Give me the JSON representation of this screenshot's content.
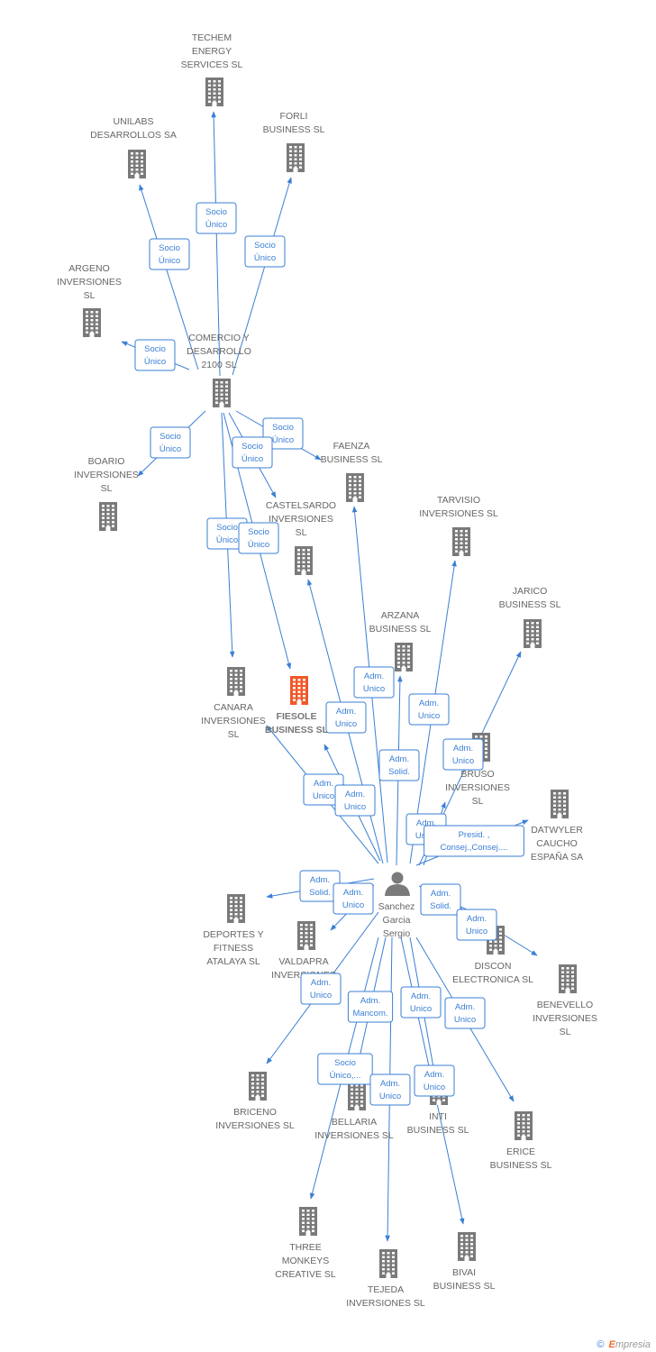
{
  "colors": {
    "building": "#7a7a7a",
    "focus": "#f0592a",
    "person": "#7a7a7a",
    "edge": "#3a7fd5"
  },
  "nodes": [
    {
      "id": "techem",
      "type": "company",
      "lines": [
        "TECHEM",
        "ENERGY",
        "SERVICES  SL"
      ]
    },
    {
      "id": "unilabs",
      "type": "company",
      "lines": [
        "UNILABS",
        "DESARROLLOS SA"
      ]
    },
    {
      "id": "forli",
      "type": "company",
      "lines": [
        "FORLI",
        "BUSINESS  SL"
      ]
    },
    {
      "id": "argeno",
      "type": "company",
      "lines": [
        "ARGENO",
        "INVERSIONES",
        "SL"
      ]
    },
    {
      "id": "comercio",
      "type": "company",
      "lines": [
        "COMERCIO Y",
        "DESARROLLO",
        "2100  SL"
      ]
    },
    {
      "id": "boario",
      "type": "company",
      "lines": [
        "BOARIO",
        "INVERSIONES",
        "SL"
      ]
    },
    {
      "id": "faenza",
      "type": "company",
      "lines": [
        "FAENZA",
        "BUSINESS  SL"
      ]
    },
    {
      "id": "castelsardo",
      "type": "company",
      "lines": [
        "CASTELSARDO",
        "INVERSIONES",
        "SL"
      ]
    },
    {
      "id": "tarvisio",
      "type": "company",
      "lines": [
        "TARVISIO",
        "INVERSIONES SL"
      ]
    },
    {
      "id": "jarico",
      "type": "company",
      "lines": [
        "JARICO",
        "BUSINESS SL"
      ]
    },
    {
      "id": "arzana",
      "type": "company",
      "lines": [
        "ARZANA",
        "BUSINESS SL"
      ]
    },
    {
      "id": "canara",
      "type": "company",
      "lines": [
        "CANARA",
        "INVERSIONES",
        "SL"
      ]
    },
    {
      "id": "fiesole",
      "type": "focus",
      "lines": [
        "FIESOLE",
        "BUSINESS  SL"
      ]
    },
    {
      "id": "bruso",
      "type": "company",
      "lines": [
        "BRUSO",
        "INVERSIONES",
        "SL"
      ]
    },
    {
      "id": "datwyler",
      "type": "company",
      "lines": [
        "DATWYLER",
        "CAUCHO",
        "ESPAÑA SA"
      ]
    },
    {
      "id": "sanchez",
      "type": "person",
      "lines": [
        "Sanchez",
        "Garcia",
        "Sergio"
      ]
    },
    {
      "id": "deportes",
      "type": "company",
      "lines": [
        "DEPORTES Y",
        "FITNESS",
        "ATALAYA SL"
      ]
    },
    {
      "id": "valdapra",
      "type": "company",
      "lines": [
        "VALDAPRA",
        "INVERSIONES"
      ]
    },
    {
      "id": "discon",
      "type": "company",
      "lines": [
        "DISCON",
        "ELECTRONICA SL"
      ]
    },
    {
      "id": "benevello",
      "type": "company",
      "lines": [
        "BENEVELLO",
        "INVERSIONES",
        "SL"
      ]
    },
    {
      "id": "briceno",
      "type": "company",
      "lines": [
        "BRICENO",
        "INVERSIONES SL"
      ]
    },
    {
      "id": "bellaria",
      "type": "company",
      "lines": [
        "BELLARIA",
        "INVERSIONES SL"
      ]
    },
    {
      "id": "inti",
      "type": "company",
      "lines": [
        "INTI",
        "BUSINESS SL"
      ]
    },
    {
      "id": "erice",
      "type": "company",
      "lines": [
        "ERICE",
        "BUSINESS  SL"
      ]
    },
    {
      "id": "three",
      "type": "company",
      "lines": [
        "THREE",
        "MONKEYS",
        "CREATIVE  SL"
      ]
    },
    {
      "id": "tejeda",
      "type": "company",
      "lines": [
        "TEJEDA",
        "INVERSIONES SL"
      ]
    },
    {
      "id": "bivai",
      "type": "company",
      "lines": [
        "BIVAI",
        "BUSINESS  SL"
      ]
    }
  ],
  "relations": [
    {
      "from": "comercio",
      "to": "techem",
      "lines": [
        "Socio",
        "Único"
      ]
    },
    {
      "from": "comercio",
      "to": "unilabs",
      "lines": [
        "Socio",
        "Único"
      ]
    },
    {
      "from": "comercio",
      "to": "forli",
      "lines": [
        "Socio",
        "Único"
      ]
    },
    {
      "from": "comercio",
      "to": "argeno",
      "lines": [
        "Socio",
        "Único"
      ]
    },
    {
      "from": "comercio",
      "to": "boario",
      "lines": [
        "Socio",
        "Único"
      ]
    },
    {
      "from": "comercio",
      "to": "faenza",
      "lines": [
        "Socio",
        "Único"
      ]
    },
    {
      "from": "comercio",
      "to": "castelsardo",
      "lines": [
        "Socio",
        "Único"
      ]
    },
    {
      "from": "comercio",
      "to": "canara",
      "lines": [
        "Socio",
        "Único"
      ]
    },
    {
      "from": "comercio",
      "to": "fiesole",
      "lines": [
        "Socio",
        "Único"
      ]
    },
    {
      "from": "sanchez",
      "to": "faenza",
      "lines": [
        "Adm.",
        "Unico"
      ]
    },
    {
      "from": "sanchez",
      "to": "castelsardo",
      "lines": [
        "Adm.",
        "Unico"
      ]
    },
    {
      "from": "sanchez",
      "to": "tarvisio",
      "lines": [
        "Adm.",
        "Unico"
      ]
    },
    {
      "from": "sanchez",
      "to": "arzana",
      "lines": [
        "Adm.",
        "Solid."
      ]
    },
    {
      "from": "sanchez",
      "to": "jarico",
      "lines": [
        "Adm.",
        "Unico"
      ]
    },
    {
      "from": "sanchez",
      "to": "fiesole",
      "lines": [
        "Adm.",
        "Unico"
      ]
    },
    {
      "from": "sanchez",
      "to": "fiesole",
      "lines": [
        "Adm.",
        "Unico"
      ]
    },
    {
      "from": "sanchez",
      "to": "bruso",
      "lines": [
        "Adm.",
        "Unico"
      ]
    },
    {
      "from": "sanchez",
      "to": "datwyler",
      "lines": [
        "Presid. ,",
        "Consej.,Consej...."
      ]
    },
    {
      "from": "sanchez",
      "to": "deportes",
      "lines": [
        "Adm.",
        "Solid."
      ]
    },
    {
      "from": "sanchez",
      "to": "valdapra",
      "lines": [
        "Adm.",
        "Unico"
      ]
    },
    {
      "from": "sanchez",
      "to": "discon",
      "lines": [
        "Adm.",
        "Solid."
      ]
    },
    {
      "from": "sanchez",
      "to": "benevello",
      "lines": [
        "Adm.",
        "Unico"
      ]
    },
    {
      "from": "sanchez",
      "to": "briceno",
      "lines": [
        "Adm.",
        "Unico"
      ]
    },
    {
      "from": "sanchez",
      "to": "bellaria",
      "lines": [
        "Adm.",
        "Mancom."
      ]
    },
    {
      "from": "sanchez",
      "to": "inti",
      "lines": [
        "Adm.",
        "Unico"
      ]
    },
    {
      "from": "sanchez",
      "to": "erice",
      "lines": [
        "Adm.",
        "Unico"
      ]
    },
    {
      "from": "sanchez",
      "to": "three",
      "lines": [
        "Socio",
        "Único,..."
      ]
    },
    {
      "from": "sanchez",
      "to": "tejeda",
      "lines": [
        "Adm.",
        "Unico"
      ]
    },
    {
      "from": "sanchez",
      "to": "bivai",
      "lines": [
        "Adm.",
        "Unico"
      ]
    }
  ],
  "credit": {
    "symbol": "©",
    "brand_first": "E",
    "brand_rest": "mpresia"
  }
}
